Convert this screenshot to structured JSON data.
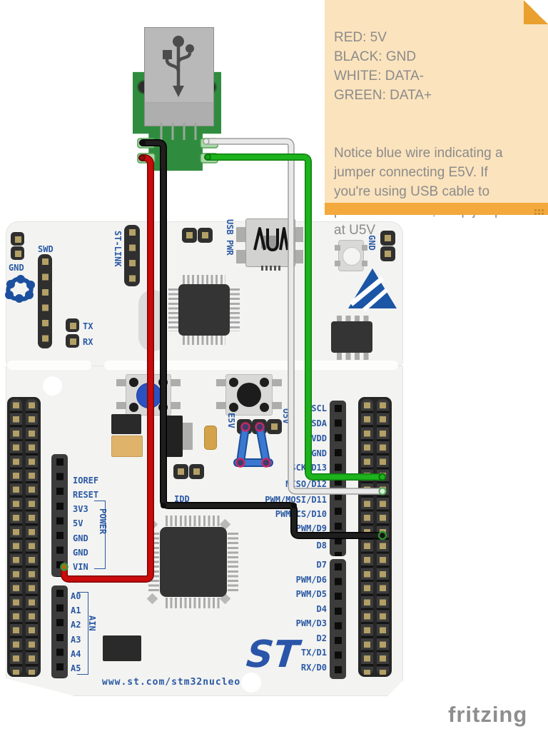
{
  "note": {
    "pin_map": "RED: 5V\nBLACK: GND\nWHITE: DATA-\nGREEN: DATA+",
    "body": "Notice blue wire indicating a\njumper connecting E5V. If\nyou're using USB cable to\npower the board, keep jumper\nat U5V",
    "bg": "#fbe3bd",
    "bar_color": "#f3a93c",
    "text_color": "#8b8b8b"
  },
  "board": {
    "url": "www.st.com/stm32nucleo",
    "label_color": "#2a59a4",
    "labels": {
      "gnd_top_left": "GND",
      "swd": "SWD",
      "tx": "TX",
      "rx": "RX",
      "st_link": "ST-LINK",
      "usb_pwr": "USB PWR",
      "gnd_top_right": "GND",
      "idd": "IDD",
      "e5v": "E5V",
      "u5v": "U5V",
      "power": "POWER",
      "ain": "AIN"
    },
    "pins": {
      "right_top": [
        "SCL",
        "SDA",
        "VDD",
        "GND",
        "SCK/D13",
        "MISO/D12",
        "PWM/MOSI/D11",
        "PWM/CS/D10",
        "PWM/D9",
        "D8"
      ],
      "right_bottom": [
        "D7",
        "PWM/D6",
        "PWM/D5",
        "D4",
        "PWM/D3",
        "D2",
        "TX/D1",
        "RX/D0"
      ],
      "power": [
        "IOREF",
        "RESET",
        "3V3",
        "5V",
        "GND",
        "GND",
        "VIN"
      ],
      "analog": [
        "A0",
        "A1",
        "A2",
        "A3",
        "A4",
        "A5"
      ]
    }
  },
  "wires": {
    "red": "#c90b0b",
    "black": "#1e1e1e",
    "white": "#e9e9e9",
    "green": "#1db31d",
    "jumper_blue": "#3b79d1"
  },
  "logos": {
    "fritzing": "fritzing",
    "st": "ST"
  }
}
